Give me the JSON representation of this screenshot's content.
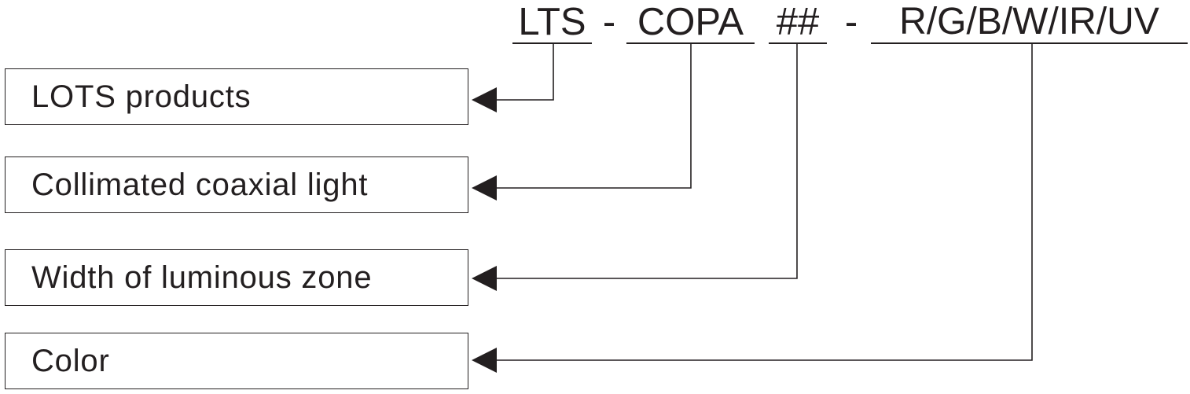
{
  "code": {
    "prefix": "LTS",
    "separator_1": "-",
    "series": "COPA",
    "width_placeholder": "##",
    "separator_2": "-",
    "colors": "R/G/B/W/IR/UV"
  },
  "boxes": [
    {
      "label": "LOTS products"
    },
    {
      "label": "Collimated coaxial light"
    },
    {
      "label": "Width of luminous zone"
    },
    {
      "label": "Color"
    }
  ],
  "colors": {
    "ink": "#231f20",
    "background": "#ffffff"
  }
}
